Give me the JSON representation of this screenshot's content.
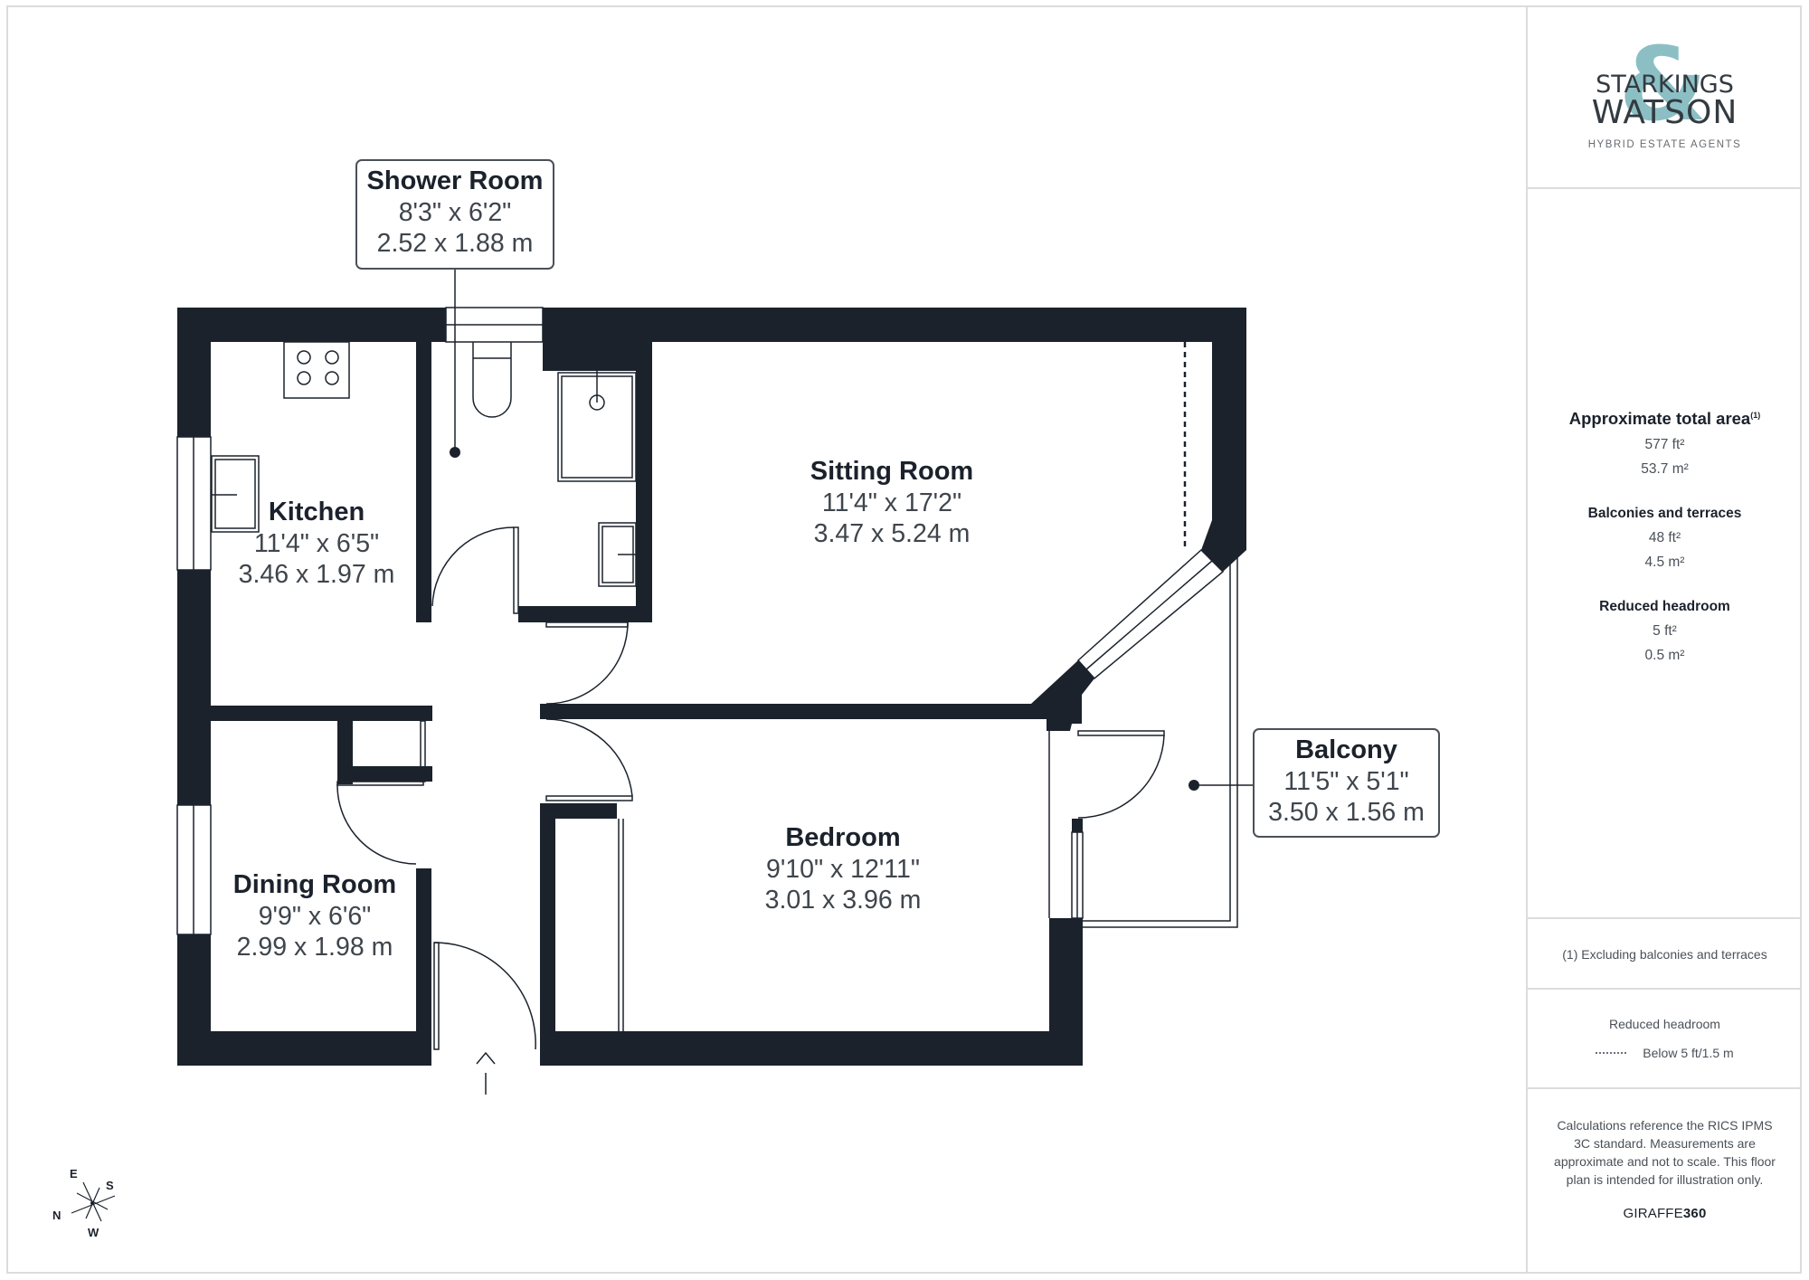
{
  "brand": {
    "name_line1": "STARKINGS",
    "name_line2": "WATSON",
    "ampersand": "&",
    "tagline": "HYBRID ESTATE AGENTS",
    "accent_color": "#8bbfc4"
  },
  "summary": {
    "total_area_title": "Approximate total area",
    "total_area_note_marker": "(1)",
    "total_area_ft": "577 ft²",
    "total_area_m": "53.7 m²",
    "balconies_title": "Balconies and terraces",
    "balconies_ft": "48 ft²",
    "balconies_m": "4.5 m²",
    "reduced_title": "Reduced headroom",
    "reduced_ft": "5 ft²",
    "reduced_m": "0.5 m²"
  },
  "footnote": "(1) Excluding balconies and terraces",
  "legend": {
    "title": "Reduced headroom",
    "item_label": "Below 5 ft/1.5 m",
    "item_icon": "dotted-line"
  },
  "disclaimer": "Calculations reference the RICS IPMS 3C standard. Measurements are approximate and not to scale. This floor plan is intended for illustration only.",
  "credit": {
    "prefix": "GIRAFFE",
    "suffix": "360"
  },
  "rooms": [
    {
      "name": "Shower Room",
      "imperial": "8'3\" x 6'2\"",
      "metric": "2.52 x 1.88 m"
    },
    {
      "name": "Kitchen",
      "imperial": "11'4\" x 6'5\"",
      "metric": "3.46 x 1.97 m"
    },
    {
      "name": "Sitting Room",
      "imperial": "11'4\" x 17'2\"",
      "metric": "3.47 x 5.24 m"
    },
    {
      "name": "Dining Room",
      "imperial": "9'9\" x 6'6\"",
      "metric": "2.99 x 1.98 m"
    },
    {
      "name": "Bedroom",
      "imperial": "9'10\" x 12'11\"",
      "metric": "3.01 x 3.96 m"
    },
    {
      "name": "Balcony",
      "imperial": "11'5\" x 5'1\"",
      "metric": "3.50 x 1.56 m"
    }
  ],
  "compass": {
    "n": "N",
    "e": "E",
    "s": "S",
    "w": "W"
  },
  "colors": {
    "wall": "#1b222c",
    "frame": "#dcdcdc",
    "text_secondary": "#4a5058"
  }
}
